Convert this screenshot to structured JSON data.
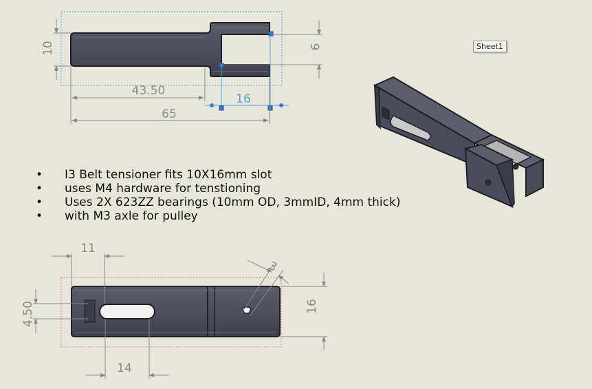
{
  "sheet_tab": "Sheet1",
  "notes": [
    "I3 Belt tensioner fits 10X16mm slot",
    "uses M4 hardware for tenstioning",
    "Uses 2X 623ZZ bearings (10mm OD, 3mmID, 4mm thick)",
    "with M3 axle for pulley"
  ],
  "top_view": {
    "dim_height": "10",
    "dim_slot_width": "9",
    "dim_neck": "43.50",
    "dim_slot_length": "16",
    "dim_total": "65"
  },
  "side_view": {
    "dim_slot_offset": "11",
    "dim_vertical": "4.50",
    "dim_hole": "3",
    "dim_height": "16",
    "dim_slot_length": "14"
  },
  "colors": {
    "background": "#e6e6db",
    "part_fill": "#4a4c5a",
    "part_highlight": "#6b6d7a",
    "dimension": "#8a8a8a",
    "selection_box": "#5a9fd4",
    "sketch_handle": "#3b7dd8",
    "bbox_red": "#e07070"
  }
}
